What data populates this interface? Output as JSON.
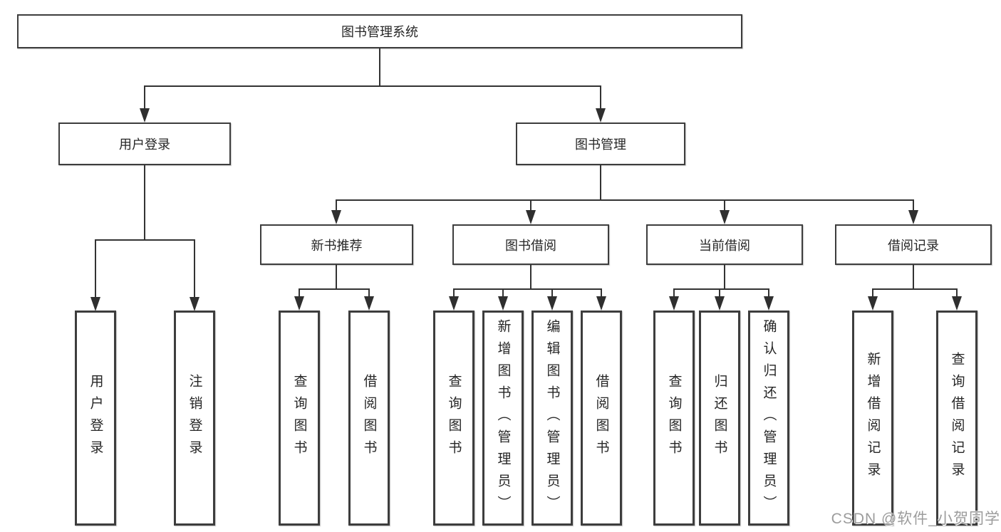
{
  "diagram": {
    "root": {
      "label": "图书管理系统"
    },
    "branches": {
      "user_login": {
        "label": "用户登录",
        "children": [
          {
            "label": "用户登录"
          },
          {
            "label": "注销登录"
          }
        ]
      },
      "book_mgmt": {
        "label": "图书管理",
        "sections": [
          {
            "label": "新书推荐",
            "children": [
              {
                "label": "查询图书"
              },
              {
                "label": "借阅图书"
              }
            ]
          },
          {
            "label": "图书借阅",
            "children": [
              {
                "label": "查询图书"
              },
              {
                "label": "新增图书（管理员）"
              },
              {
                "label": "编辑图书（管理员）"
              },
              {
                "label": "借阅图书"
              }
            ]
          },
          {
            "label": "当前借阅",
            "children": [
              {
                "label": "查询图书"
              },
              {
                "label": "归还图书"
              },
              {
                "label": "确认归还（管理员）"
              }
            ]
          },
          {
            "label": "借阅记录",
            "children": [
              {
                "label": "新增借阅记录"
              },
              {
                "label": "查询借阅记录"
              }
            ]
          }
        ]
      }
    }
  },
  "watermark": {
    "text": "CSDN @软件_小贺同学"
  },
  "colors": {
    "line": "#333333",
    "box_border": "#3d3d3d",
    "text": "#262626",
    "watermark": "#9c9c9c",
    "background": "#ffffff"
  }
}
